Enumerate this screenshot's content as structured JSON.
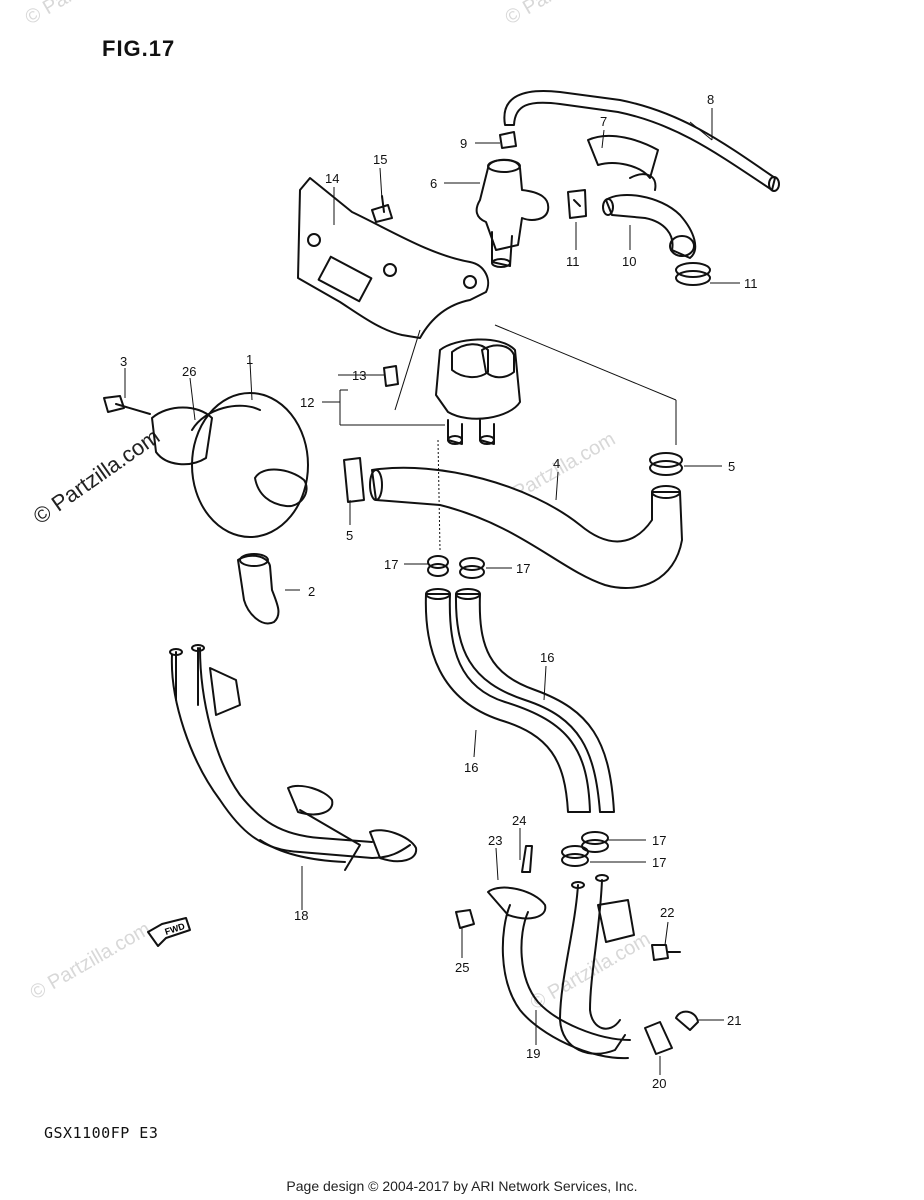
{
  "figure": {
    "title": "FIG.17",
    "model_code": "GSX1100FP  E3",
    "footer": "Page design © 2004-2017 by ARI Network Services, Inc."
  },
  "watermark": {
    "main": "© Partzilla.com",
    "faint": "© Partzilla.com"
  },
  "orientation": {
    "arrow_label": "FWD"
  },
  "callouts": {
    "c1": "1",
    "c2": "2",
    "c3": "3",
    "c4": "4",
    "c5a": "5",
    "c5b": "5",
    "c6": "6",
    "c7": "7",
    "c8": "8",
    "c9": "9",
    "c10": "10",
    "c11a": "11",
    "c11b": "11",
    "c12": "12",
    "c13": "13",
    "c14": "14",
    "c15": "15",
    "c16a": "16",
    "c16b": "16",
    "c17a": "17",
    "c17b": "17",
    "c17c": "17",
    "c17d": "17",
    "c18": "18",
    "c19": "19",
    "c20": "20",
    "c21": "21",
    "c22": "22",
    "c23": "23",
    "c24": "24",
    "c25": "25",
    "c26": "26"
  }
}
